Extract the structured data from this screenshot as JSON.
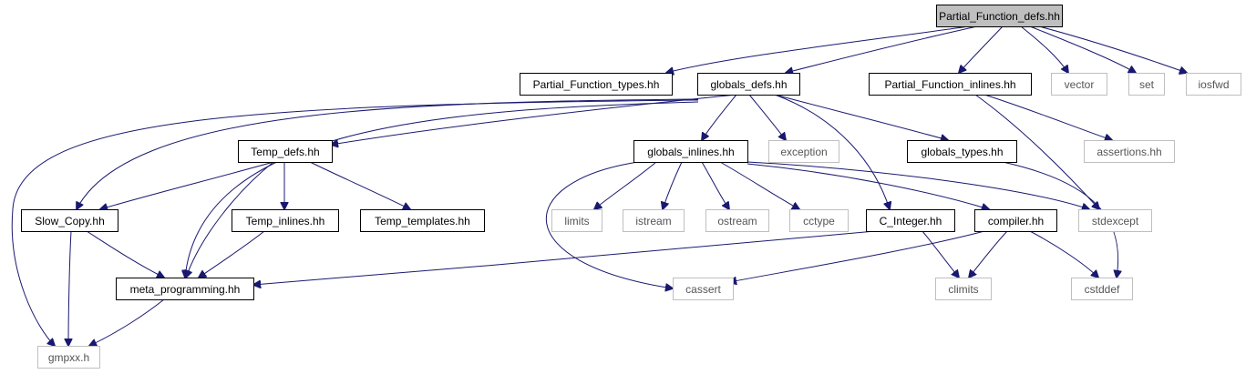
{
  "diagram": {
    "colors": {
      "edge": "#191970",
      "root_fill": "#bfbfbf",
      "local_border": "#000000",
      "system_border": "#bfbfbf",
      "local_text": "#000000",
      "system_text": "#555555"
    },
    "nodes": [
      {
        "id": "root",
        "label": "Partial_Function_defs.hh",
        "kind": "root"
      },
      {
        "id": "pf_types",
        "label": "Partial_Function_types.hh",
        "kind": "local"
      },
      {
        "id": "globals_defs",
        "label": "globals_defs.hh",
        "kind": "local"
      },
      {
        "id": "pf_inlines",
        "label": "Partial_Function_inlines.hh",
        "kind": "local"
      },
      {
        "id": "vector",
        "label": "vector",
        "kind": "system"
      },
      {
        "id": "set",
        "label": "set",
        "kind": "system"
      },
      {
        "id": "iosfwd",
        "label": "iosfwd",
        "kind": "system"
      },
      {
        "id": "temp_defs",
        "label": "Temp_defs.hh",
        "kind": "local"
      },
      {
        "id": "globals_inlines",
        "label": "globals_inlines.hh",
        "kind": "local"
      },
      {
        "id": "exception",
        "label": "exception",
        "kind": "system"
      },
      {
        "id": "globals_types",
        "label": "globals_types.hh",
        "kind": "local"
      },
      {
        "id": "assertions",
        "label": "assertions.hh",
        "kind": "system"
      },
      {
        "id": "slow_copy",
        "label": "Slow_Copy.hh",
        "kind": "local"
      },
      {
        "id": "temp_inlines",
        "label": "Temp_inlines.hh",
        "kind": "local"
      },
      {
        "id": "temp_templates",
        "label": "Temp_templates.hh",
        "kind": "local"
      },
      {
        "id": "limits",
        "label": "limits",
        "kind": "system"
      },
      {
        "id": "istream",
        "label": "istream",
        "kind": "system"
      },
      {
        "id": "ostream",
        "label": "ostream",
        "kind": "system"
      },
      {
        "id": "cctype",
        "label": "cctype",
        "kind": "system"
      },
      {
        "id": "c_integer",
        "label": "C_Integer.hh",
        "kind": "local"
      },
      {
        "id": "compiler",
        "label": "compiler.hh",
        "kind": "local"
      },
      {
        "id": "stdexcept",
        "label": "stdexcept",
        "kind": "system"
      },
      {
        "id": "meta_programming",
        "label": "meta_programming.hh",
        "kind": "local"
      },
      {
        "id": "cassert",
        "label": "cassert",
        "kind": "system"
      },
      {
        "id": "climits",
        "label": "climits",
        "kind": "system"
      },
      {
        "id": "cstddef",
        "label": "cstddef",
        "kind": "system"
      },
      {
        "id": "gmpxx",
        "label": "gmpxx.h",
        "kind": "system"
      }
    ],
    "edges": [
      [
        "root",
        "pf_types"
      ],
      [
        "root",
        "globals_defs"
      ],
      [
        "root",
        "pf_inlines"
      ],
      [
        "root",
        "vector"
      ],
      [
        "root",
        "set"
      ],
      [
        "root",
        "iosfwd"
      ],
      [
        "globals_defs",
        "temp_defs"
      ],
      [
        "globals_defs",
        "globals_inlines"
      ],
      [
        "globals_defs",
        "exception"
      ],
      [
        "globals_defs",
        "globals_types"
      ],
      [
        "globals_defs",
        "slow_copy"
      ],
      [
        "globals_defs",
        "meta_programming"
      ],
      [
        "globals_defs",
        "gmpxx"
      ],
      [
        "globals_defs",
        "c_integer"
      ],
      [
        "pf_inlines",
        "assertions"
      ],
      [
        "pf_inlines",
        "stdexcept"
      ],
      [
        "temp_defs",
        "slow_copy"
      ],
      [
        "temp_defs",
        "temp_inlines"
      ],
      [
        "temp_defs",
        "temp_templates"
      ],
      [
        "temp_defs",
        "meta_programming"
      ],
      [
        "globals_inlines",
        "limits"
      ],
      [
        "globals_inlines",
        "istream"
      ],
      [
        "globals_inlines",
        "ostream"
      ],
      [
        "globals_inlines",
        "cctype"
      ],
      [
        "globals_inlines",
        "compiler"
      ],
      [
        "globals_inlines",
        "stdexcept"
      ],
      [
        "globals_inlines",
        "cassert"
      ],
      [
        "globals_types",
        "cstddef"
      ],
      [
        "slow_copy",
        "meta_programming"
      ],
      [
        "slow_copy",
        "gmpxx"
      ],
      [
        "temp_inlines",
        "meta_programming"
      ],
      [
        "c_integer",
        "meta_programming"
      ],
      [
        "c_integer",
        "climits"
      ],
      [
        "compiler",
        "cassert"
      ],
      [
        "compiler",
        "climits"
      ],
      [
        "compiler",
        "cstddef"
      ],
      [
        "meta_programming",
        "gmpxx"
      ]
    ]
  }
}
